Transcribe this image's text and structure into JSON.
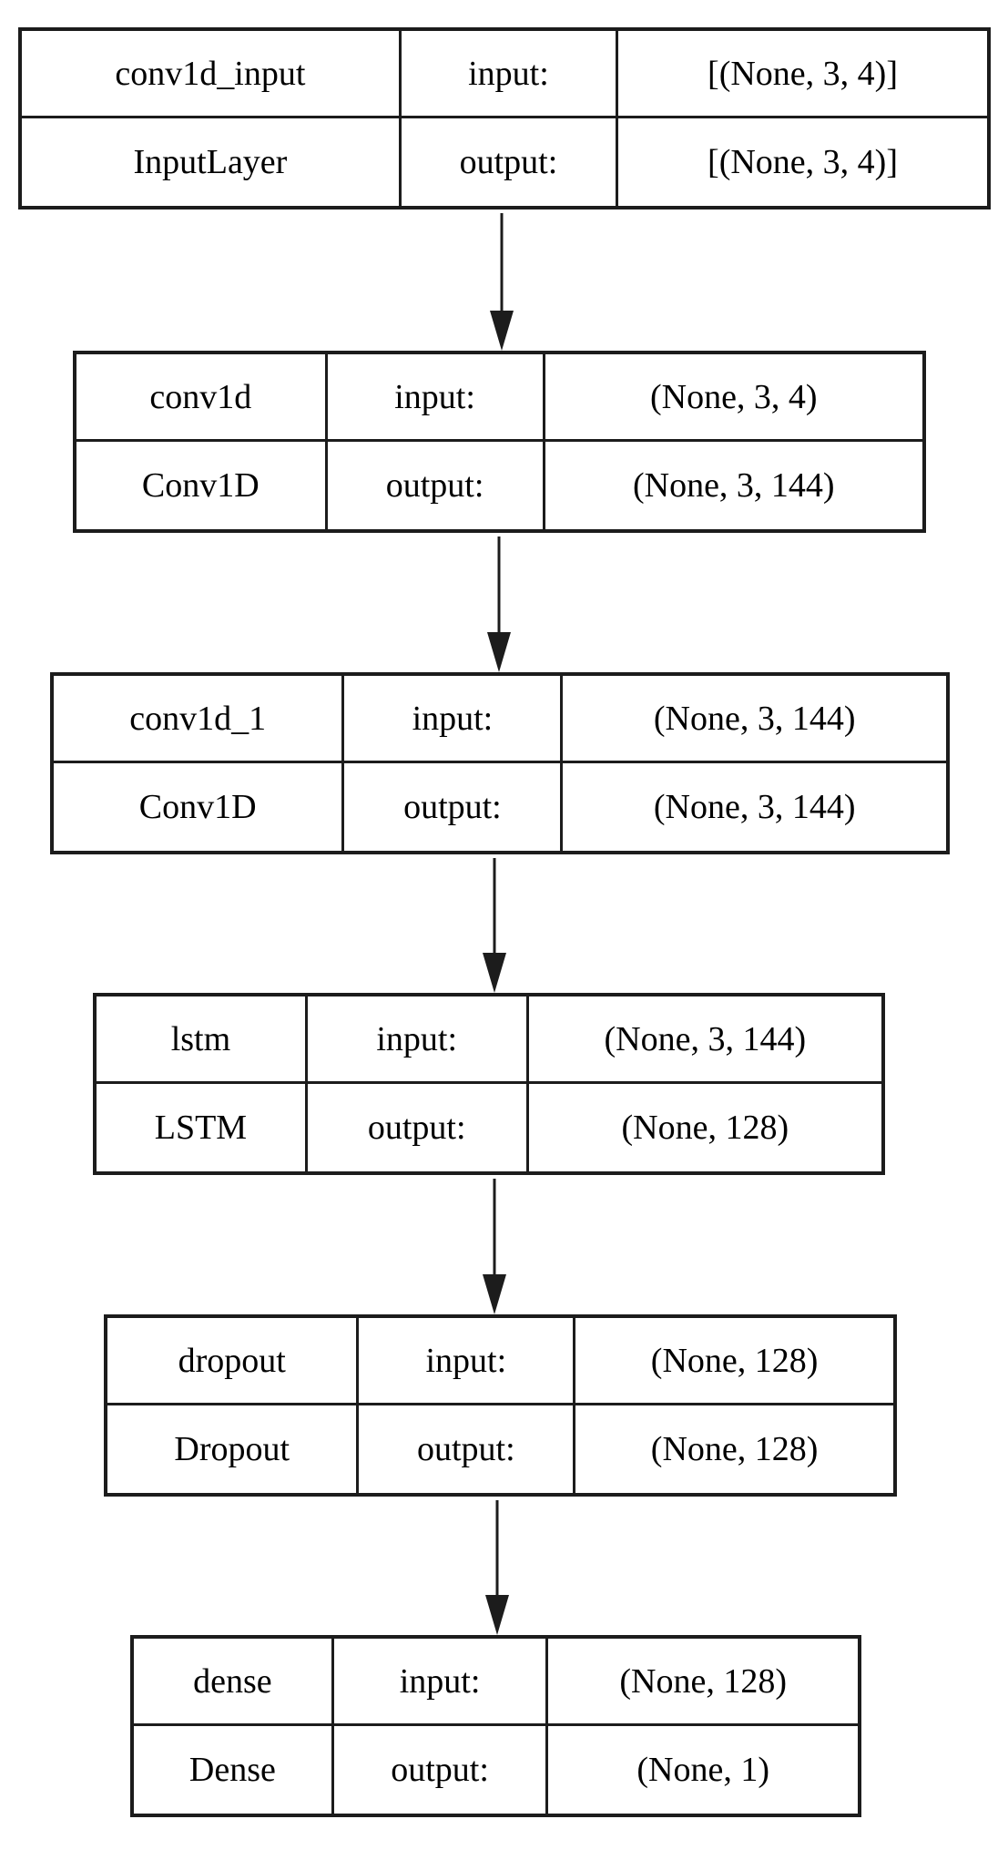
{
  "labels": {
    "input": "input:",
    "output": "output:"
  },
  "layers": [
    {
      "name": "conv1d_input",
      "class_name": "InputLayer",
      "input_shape": "[(None, 3, 4)]",
      "output_shape": "[(None, 3, 4)]"
    },
    {
      "name": "conv1d",
      "class_name": "Conv1D",
      "input_shape": "(None, 3, 4)",
      "output_shape": "(None, 3, 144)"
    },
    {
      "name": "conv1d_1",
      "class_name": "Conv1D",
      "input_shape": "(None, 3, 144)",
      "output_shape": "(None, 3, 144)"
    },
    {
      "name": "lstm",
      "class_name": "LSTM",
      "input_shape": "(None, 3, 144)",
      "output_shape": "(None, 128)"
    },
    {
      "name": "dropout",
      "class_name": "Dropout",
      "input_shape": "(None, 128)",
      "output_shape": "(None, 128)"
    },
    {
      "name": "dense",
      "class_name": "Dense",
      "input_shape": "(None, 128)",
      "output_shape": "(None, 1)"
    }
  ],
  "colors": {
    "background": "#ffffff",
    "border": "#1c1c1c",
    "text": "#000000",
    "arrow": "#000000"
  }
}
